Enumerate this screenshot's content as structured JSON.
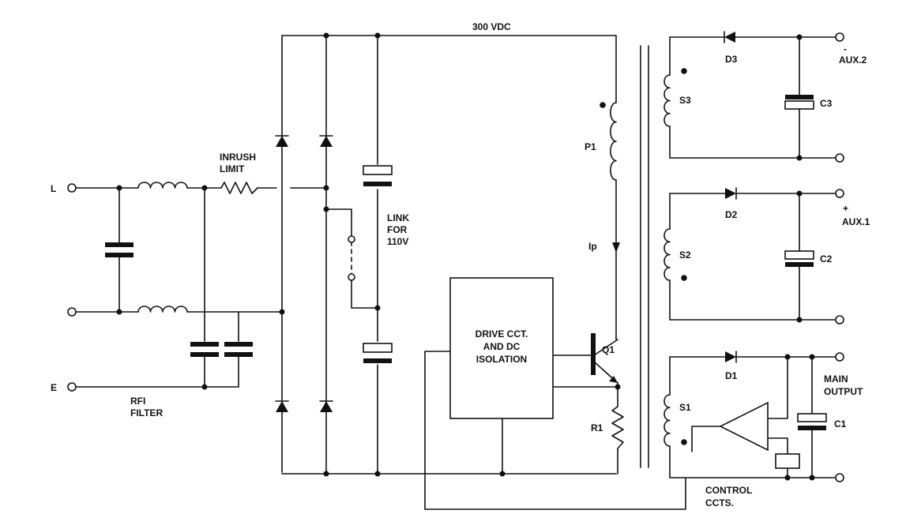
{
  "labels": {
    "top_rail": "300 VDC",
    "line_l": "L",
    "earth_e": "E",
    "inrush_1": "INRUSH",
    "inrush_2": "LIMIT",
    "rfi_1": "RFI",
    "rfi_2": "FILTER",
    "link_1": "LINK",
    "link_2": "FOR",
    "link_3": "110V",
    "drive_1": "DRIVE CCT.",
    "drive_2": "AND DC",
    "drive_3": "ISOLATION",
    "p1": "P1",
    "ip": "Ip",
    "q1": "Q1",
    "r1": "R1",
    "s1": "S1",
    "s2": "S2",
    "s3": "S3",
    "d1": "D1",
    "d2": "D2",
    "d3": "D3",
    "c1": "C1",
    "c2": "C2",
    "c3": "C3",
    "aux2": "AUX.2",
    "aux2_sign": "-",
    "aux1": "AUX.1",
    "aux1_sign": "+",
    "main_1": "MAIN",
    "main_2": "OUTPUT",
    "control_1": "CONTROL",
    "control_2": "CCTS."
  }
}
